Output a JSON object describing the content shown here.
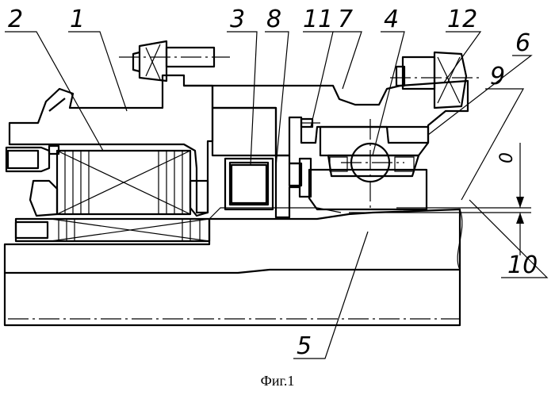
{
  "figure": {
    "caption": "Фиг.1",
    "dimension_label": "0",
    "callouts": [
      {
        "id": "2",
        "label": "2"
      },
      {
        "id": "1",
        "label": "1"
      },
      {
        "id": "3",
        "label": "3"
      },
      {
        "id": "8",
        "label": "8"
      },
      {
        "id": "11",
        "label": "11"
      },
      {
        "id": "7",
        "label": "7"
      },
      {
        "id": "4",
        "label": "4"
      },
      {
        "id": "12",
        "label": "12"
      },
      {
        "id": "6",
        "label": "6"
      },
      {
        "id": "9",
        "label": "9"
      },
      {
        "id": "10",
        "label": "10"
      },
      {
        "id": "5",
        "label": "5"
      }
    ]
  }
}
